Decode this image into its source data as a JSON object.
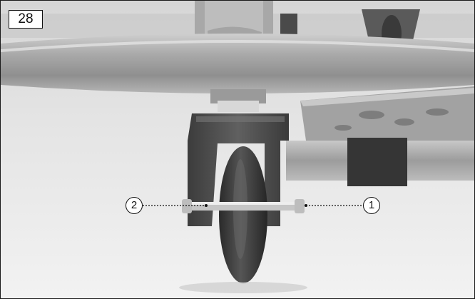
{
  "figure": {
    "number": "28"
  },
  "callouts": [
    {
      "label": "1"
    },
    {
      "label": "2"
    }
  ],
  "colors": {
    "background": "#e9e9e9",
    "metal": "#b9b9b9",
    "dark": "#3a3a3a",
    "frame_border": "#1a1a1a"
  }
}
